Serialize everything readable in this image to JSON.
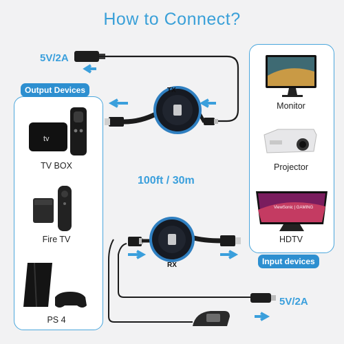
{
  "title": "How to Connect?",
  "power_top": "5V/2A",
  "power_bottom": "5V/2A",
  "distance": "100ft / 30m",
  "tx_label": "TX",
  "rx_label": "RX",
  "output_tag": "Output Devices",
  "input_tag": "Input devices",
  "output_devices": [
    {
      "name": "TV BOX",
      "icon": "tv-box-icon"
    },
    {
      "name": "Fire TV",
      "icon": "fire-tv-icon"
    },
    {
      "name": "PS 4",
      "icon": "ps4-icon"
    }
  ],
  "input_devices": [
    {
      "name": "Monitor",
      "icon": "monitor-icon"
    },
    {
      "name": "Projector",
      "icon": "projector-icon"
    },
    {
      "name": "HDTV",
      "icon": "hdtv-icon"
    }
  ],
  "screen_brand": "ViewSonic | GAMING",
  "colors": {
    "accent": "#3a9fdc",
    "tag_bg": "#2d8fd0",
    "ring": "#2f7fc0"
  }
}
